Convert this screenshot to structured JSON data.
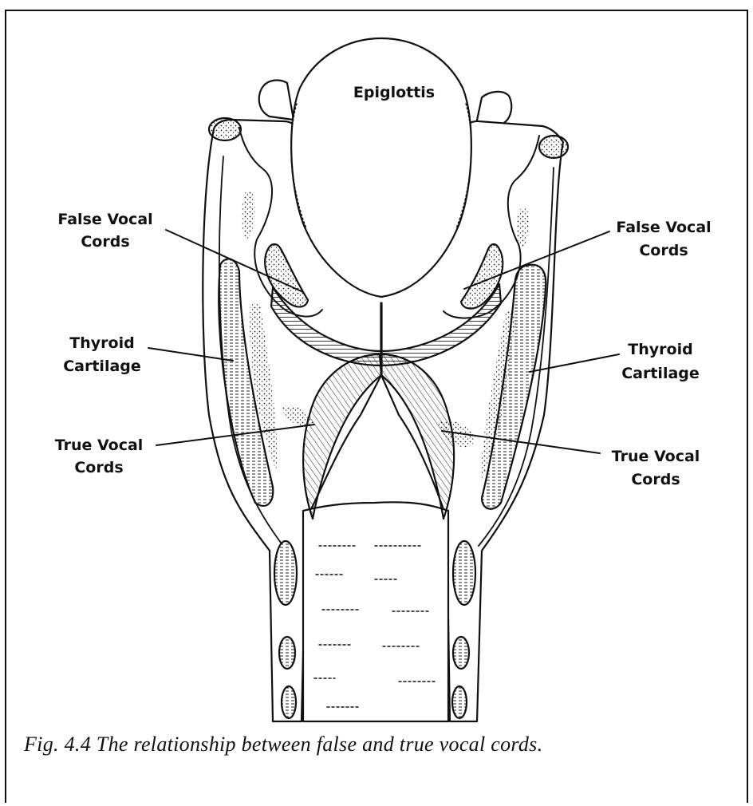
{
  "labels": {
    "epiglottis": "Epiglottis",
    "false_left_1": "False Vocal",
    "false_left_2": "Cords",
    "false_right_1": "False Vocal",
    "false_right_2": "Cords",
    "thyroid_left_1": "Thyroid",
    "thyroid_left_2": "Cartilage",
    "thyroid_right_1": "Thyroid",
    "thyroid_right_2": "Cartilage",
    "true_left_1": "True Vocal",
    "true_left_2": "Cords",
    "true_right_1": "True Vocal",
    "true_right_2": "Cords"
  },
  "caption": "Fig. 4.4 The relationship between false and true vocal cords."
}
